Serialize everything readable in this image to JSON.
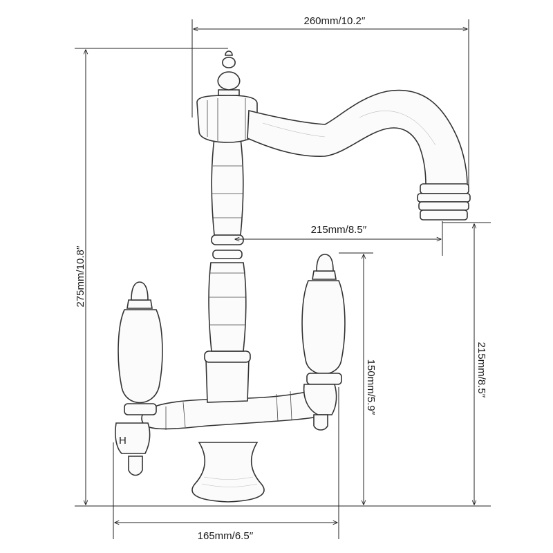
{
  "dimensions": {
    "top_width": "260mm/10.2′′",
    "spout_reach": "215mm/8.5′′",
    "total_height": "275mm/10.8′′",
    "handle_height": "150mm/5.9′′",
    "spout_height": "215mm/8.5′′",
    "base_width": "165mm/6.5′′"
  },
  "handle_mark": "H"
}
